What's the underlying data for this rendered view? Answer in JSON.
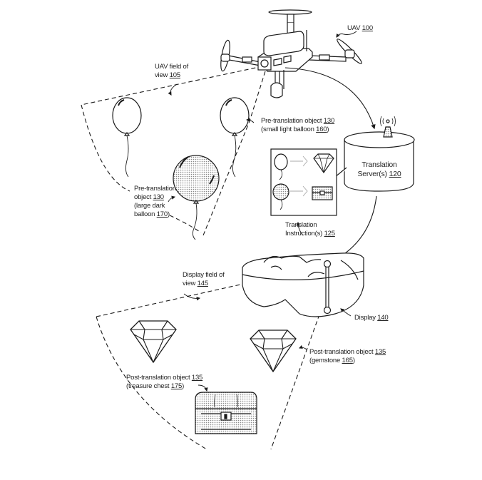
{
  "figure": {
    "uav": {
      "label": "UAV",
      "ref": "100"
    },
    "uav_fov": {
      "line1": "UAV field of",
      "line2_text": "view",
      "ref": "105"
    },
    "pre_small": {
      "line1_text": "Pre-translation object",
      "line1_ref": "130",
      "line2_text": "(small light balloon",
      "line2_ref": "160",
      "line2_close": ")"
    },
    "pre_large": {
      "line1": "Pre-translation",
      "line2_text": "object",
      "line2_ref": "130",
      "line3": "(large dark",
      "line4_text": "balloon",
      "line4_ref": "170",
      "line4_close": ")"
    },
    "server": {
      "line1": "Translation",
      "line2_text": "Server(s)",
      "ref": "120"
    },
    "instructions": {
      "line1": "Translation",
      "line2_text": "Instruction(s)",
      "ref": "125"
    },
    "display_fov": {
      "line1": "Display field of",
      "line2_text": "view",
      "ref": "145"
    },
    "display": {
      "label": "Display",
      "ref": "140"
    },
    "post_gem": {
      "line1_text": "Post-translation object",
      "line1_ref": "135",
      "line2_text": "(gemstone",
      "line2_ref": "165",
      "line2_close": ")"
    },
    "post_chest": {
      "line1_text": "Post-translation object",
      "line1_ref": "135",
      "line2_text": "(treasure chest",
      "line2_ref": "175",
      "line2_close": ")"
    }
  },
  "colors": {
    "line": "#1a1a1a",
    "dot_fill": "#bdbdbd",
    "background": "#ffffff"
  }
}
